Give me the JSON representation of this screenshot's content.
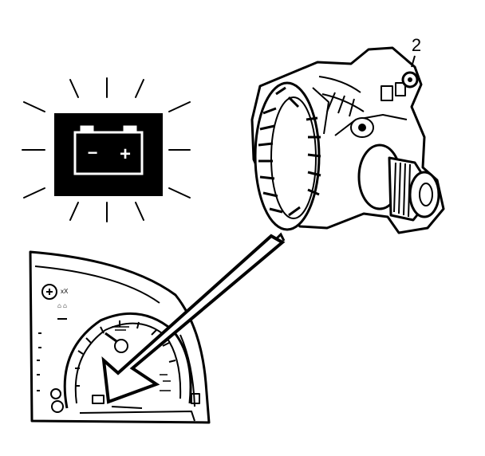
{
  "callout": {
    "number": "2"
  },
  "battery": {
    "minus": "−",
    "plus": "+"
  },
  "colors": {
    "ink": "#000000",
    "paper": "#ffffff"
  },
  "icons": {
    "warning_lamp": "battery-icon",
    "component": "alternator",
    "pointer": "arrow"
  }
}
